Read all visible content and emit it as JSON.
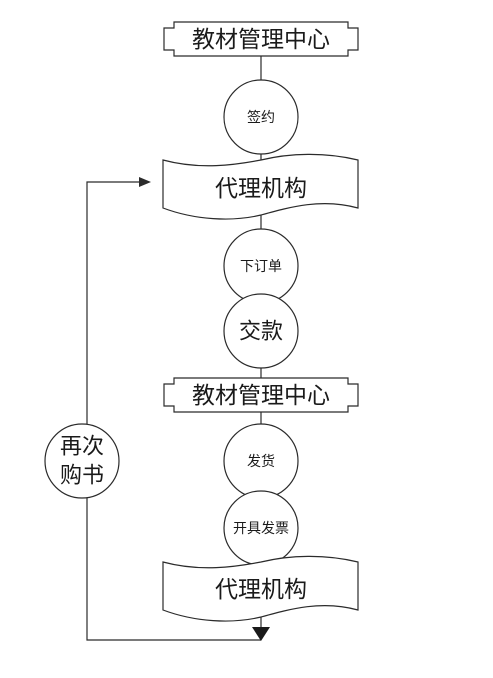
{
  "nodes": {
    "center_top": "教材管理中心",
    "sign": "签约",
    "agency_top": "代理机构",
    "order": "下订单",
    "pay": "交款",
    "center_mid": "教材管理中心",
    "ship": "发货",
    "invoice": "开具发票",
    "agency_bottom": "代理机构",
    "reorder_line1": "再次",
    "reorder_line2": "购书"
  }
}
